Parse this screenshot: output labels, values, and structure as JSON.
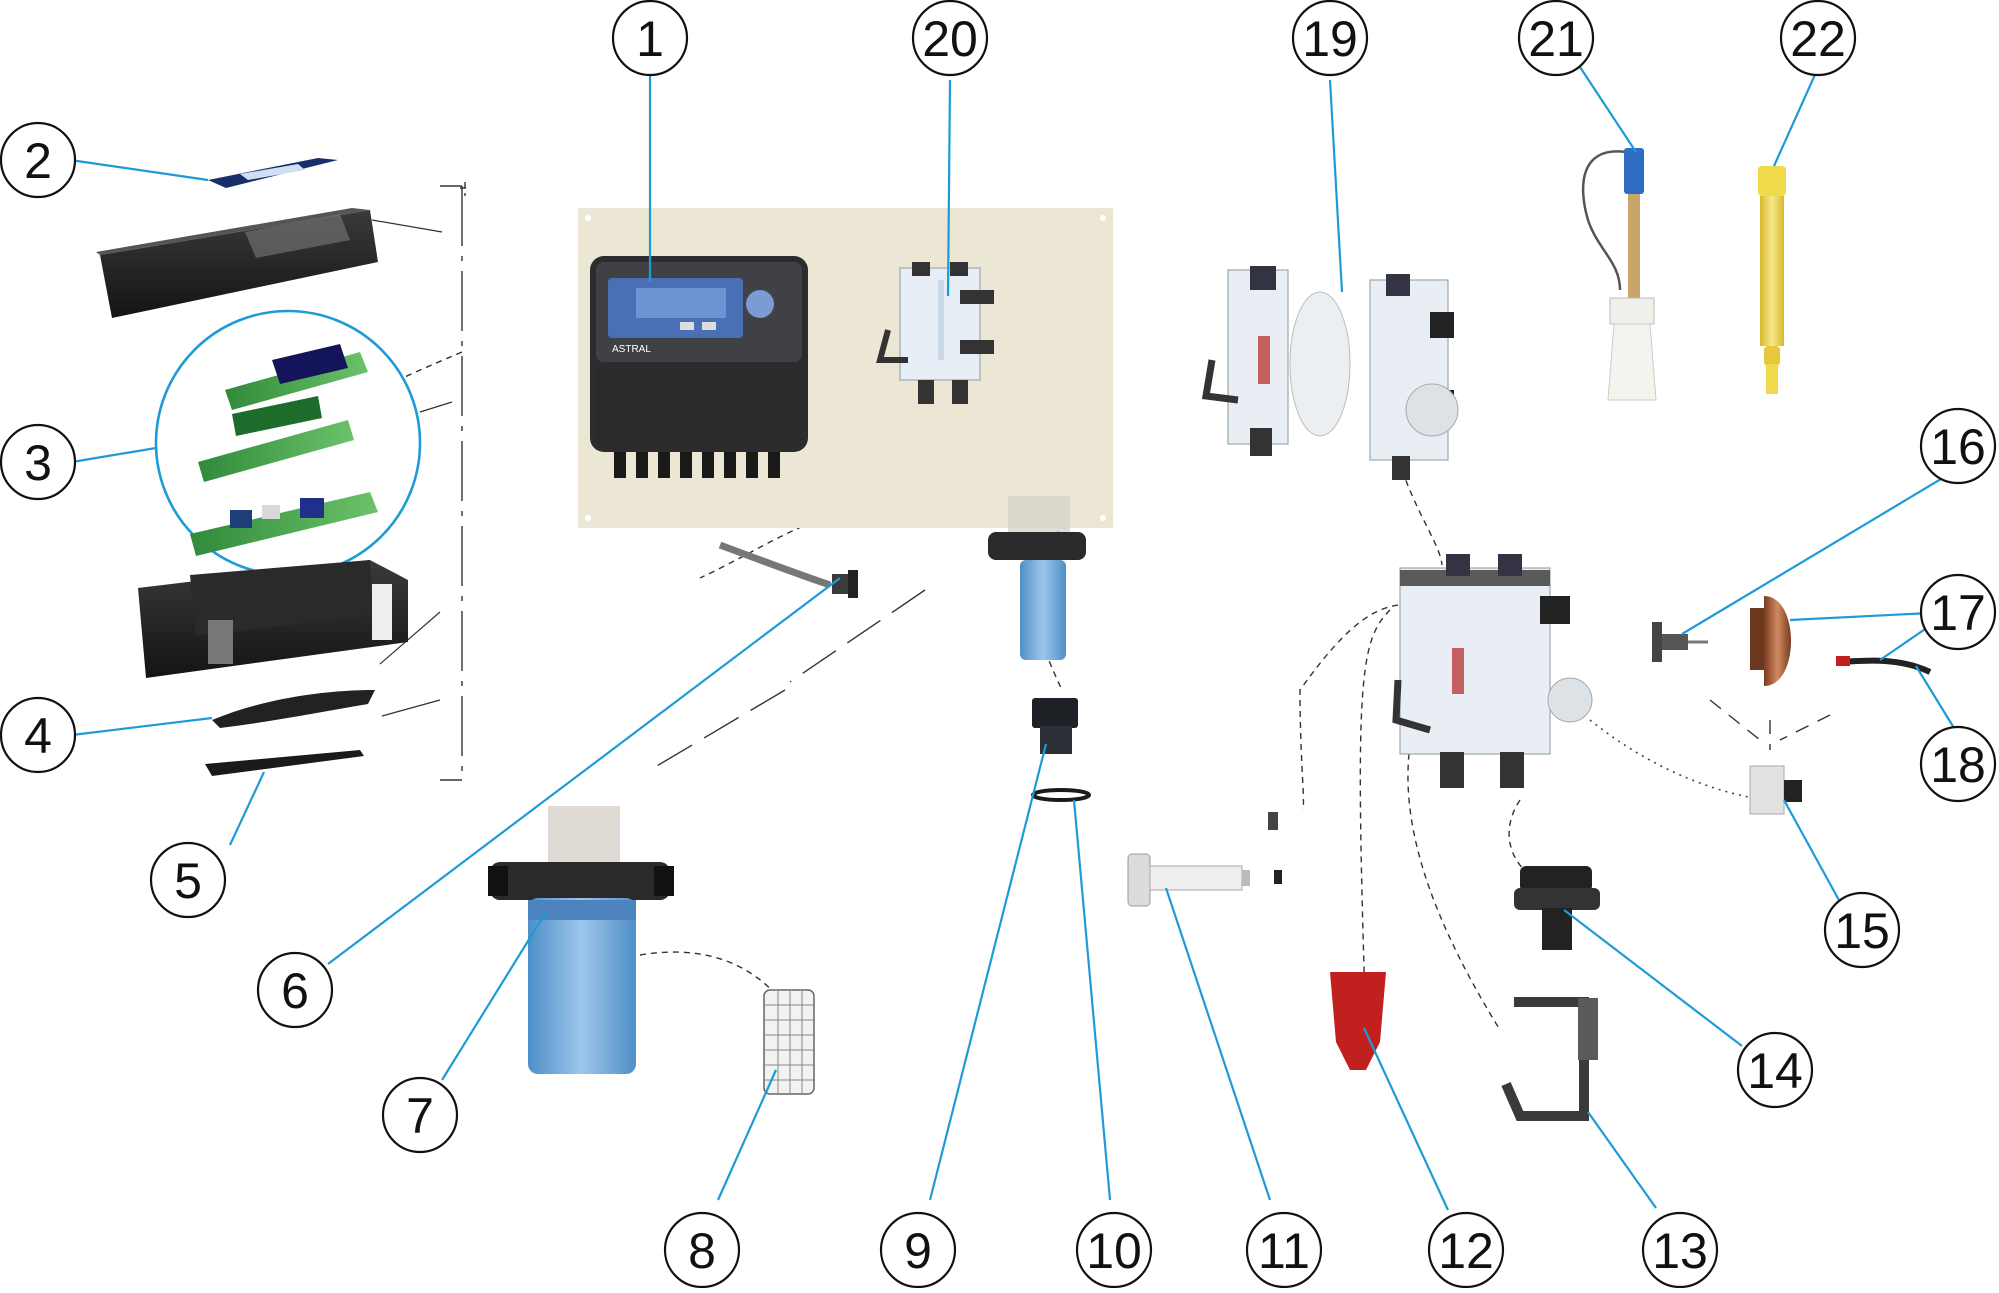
{
  "diagram": {
    "callouts": [
      {
        "number": "1",
        "part": "controller-unit"
      },
      {
        "number": "2",
        "part": "front-label"
      },
      {
        "number": "3",
        "part": "circuit-boards"
      },
      {
        "number": "4",
        "part": "gasket"
      },
      {
        "number": "5",
        "part": "base-plate"
      },
      {
        "number": "6",
        "part": "cable-gland"
      },
      {
        "number": "7",
        "part": "filter-housing"
      },
      {
        "number": "8",
        "part": "filter-cartridge"
      },
      {
        "number": "9",
        "part": "threaded-plug"
      },
      {
        "number": "10",
        "part": "o-ring"
      },
      {
        "number": "11",
        "part": "valve-stem"
      },
      {
        "number": "12",
        "part": "red-float"
      },
      {
        "number": "13",
        "part": "bracket-handle"
      },
      {
        "number": "14",
        "part": "outlet-fitting"
      },
      {
        "number": "15",
        "part": "sensor-fitting"
      },
      {
        "number": "16",
        "part": "small-probe"
      },
      {
        "number": "17",
        "part": "copper-disc"
      },
      {
        "number": "18",
        "part": "cable"
      },
      {
        "number": "19",
        "part": "exploded-probe-holder"
      },
      {
        "number": "20",
        "part": "probe-holder"
      },
      {
        "number": "21",
        "part": "ph-probe"
      },
      {
        "number": "22",
        "part": "redox-probe"
      }
    ],
    "controller": {
      "brand": "ASTRAL"
    },
    "colors": {
      "leader": "#1e9bd7",
      "panel": "#ece6d4",
      "filter_blue": "#6fa8d6",
      "probe_blue": "#2f6cc4",
      "probe_yellow": "#f1da4a",
      "float_red": "#c21f1f",
      "copper": "#b8643e"
    }
  }
}
